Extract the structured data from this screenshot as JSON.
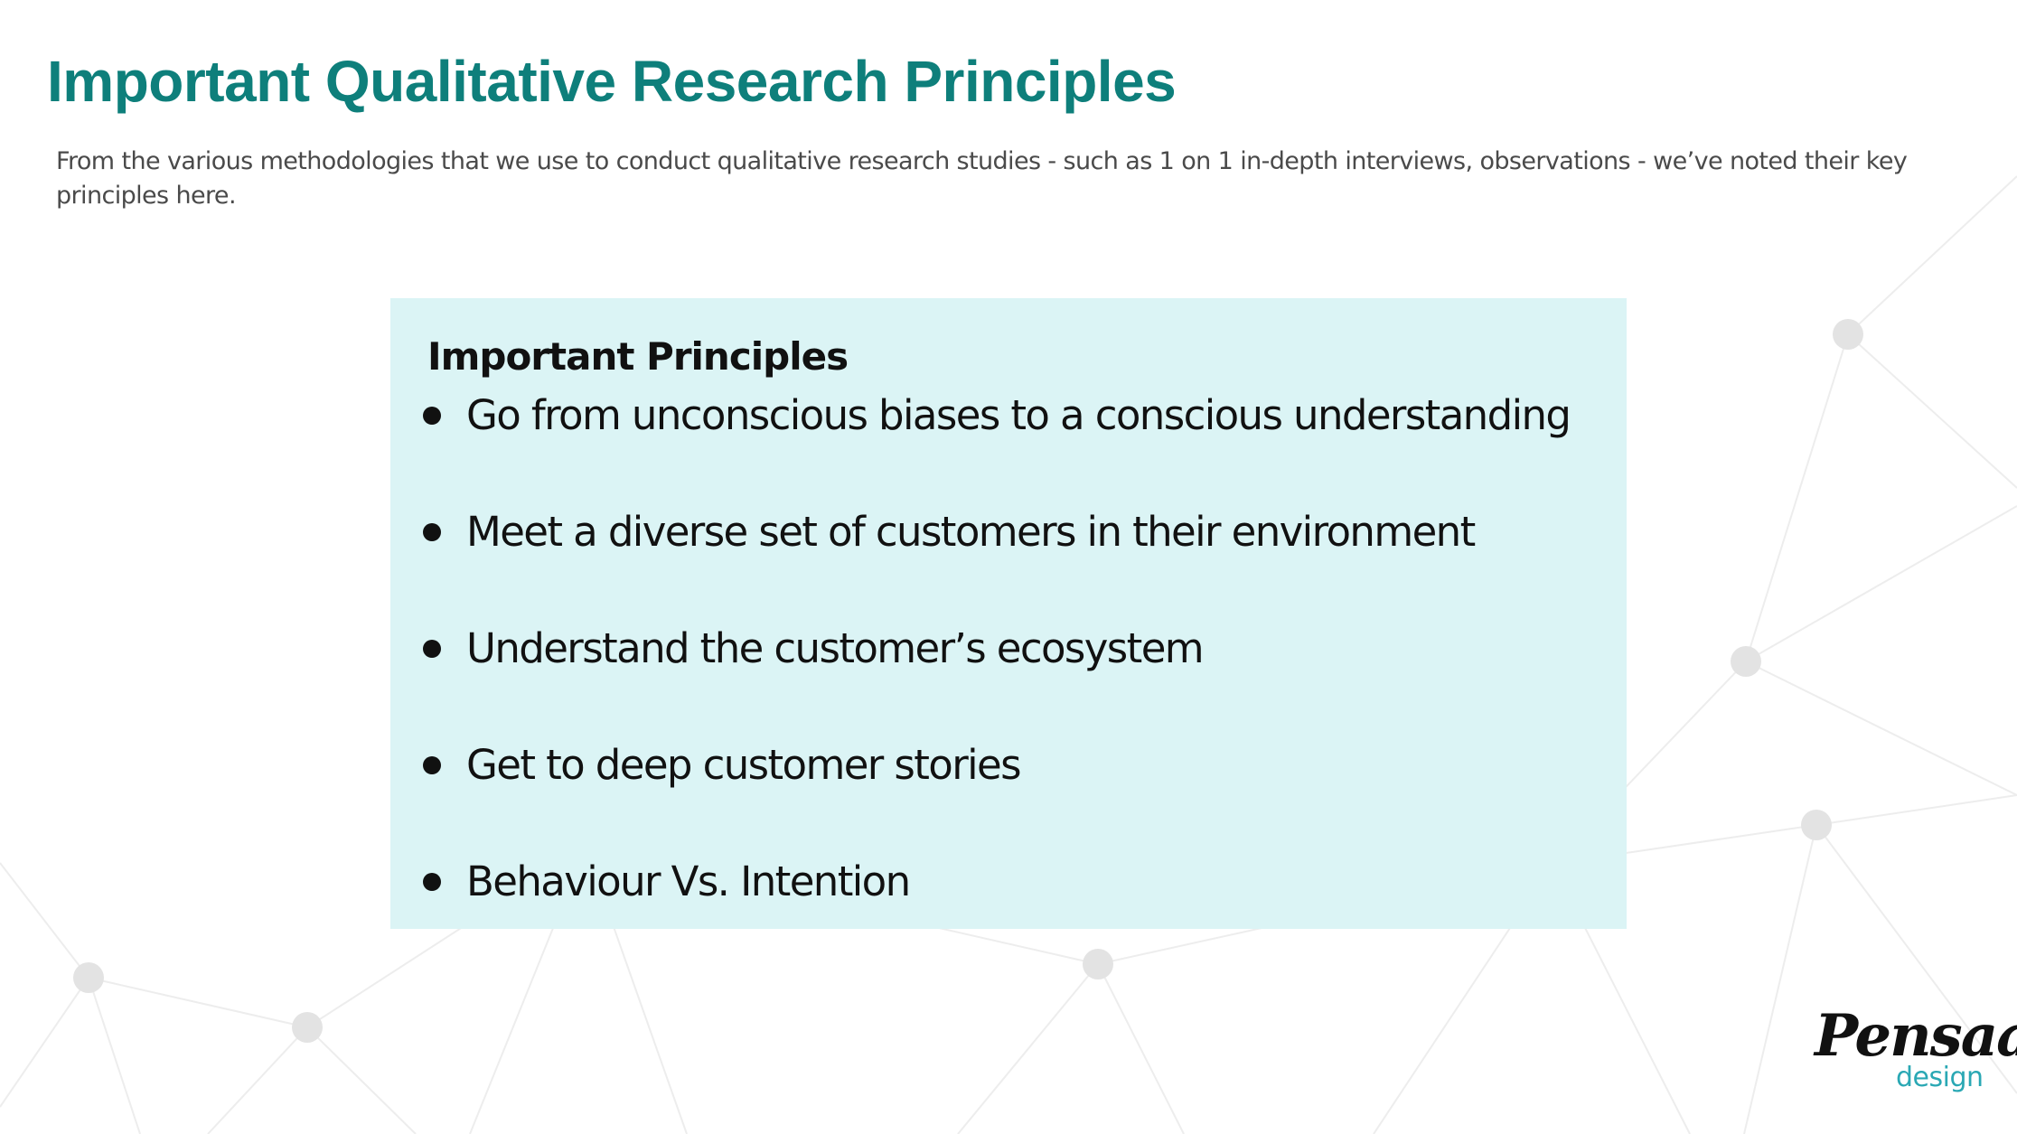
{
  "slide": {
    "title": "Important Qualitative Research Principles",
    "subtitle": "From the various methodologies that we use to conduct qualitative research studies - such as 1 on 1 in-depth interviews, observations - we’ve noted their key principles here."
  },
  "principles": {
    "heading": "Important Principles",
    "items": [
      "Go from unconscious biases to a conscious understanding",
      "Meet a diverse set of customers in their environment",
      "Understand the customer’s ecosystem",
      "Get to deep customer stories",
      "Behaviour Vs. Intention"
    ]
  },
  "logo": {
    "name": "Pensaar",
    "sub": "design"
  },
  "colors": {
    "title": "#0e7f7b",
    "box_background": "#dbf4f5",
    "logo_accent": "#2aa8b4",
    "network_lines": "#ededed",
    "network_nodes": "#e3e3e3"
  }
}
